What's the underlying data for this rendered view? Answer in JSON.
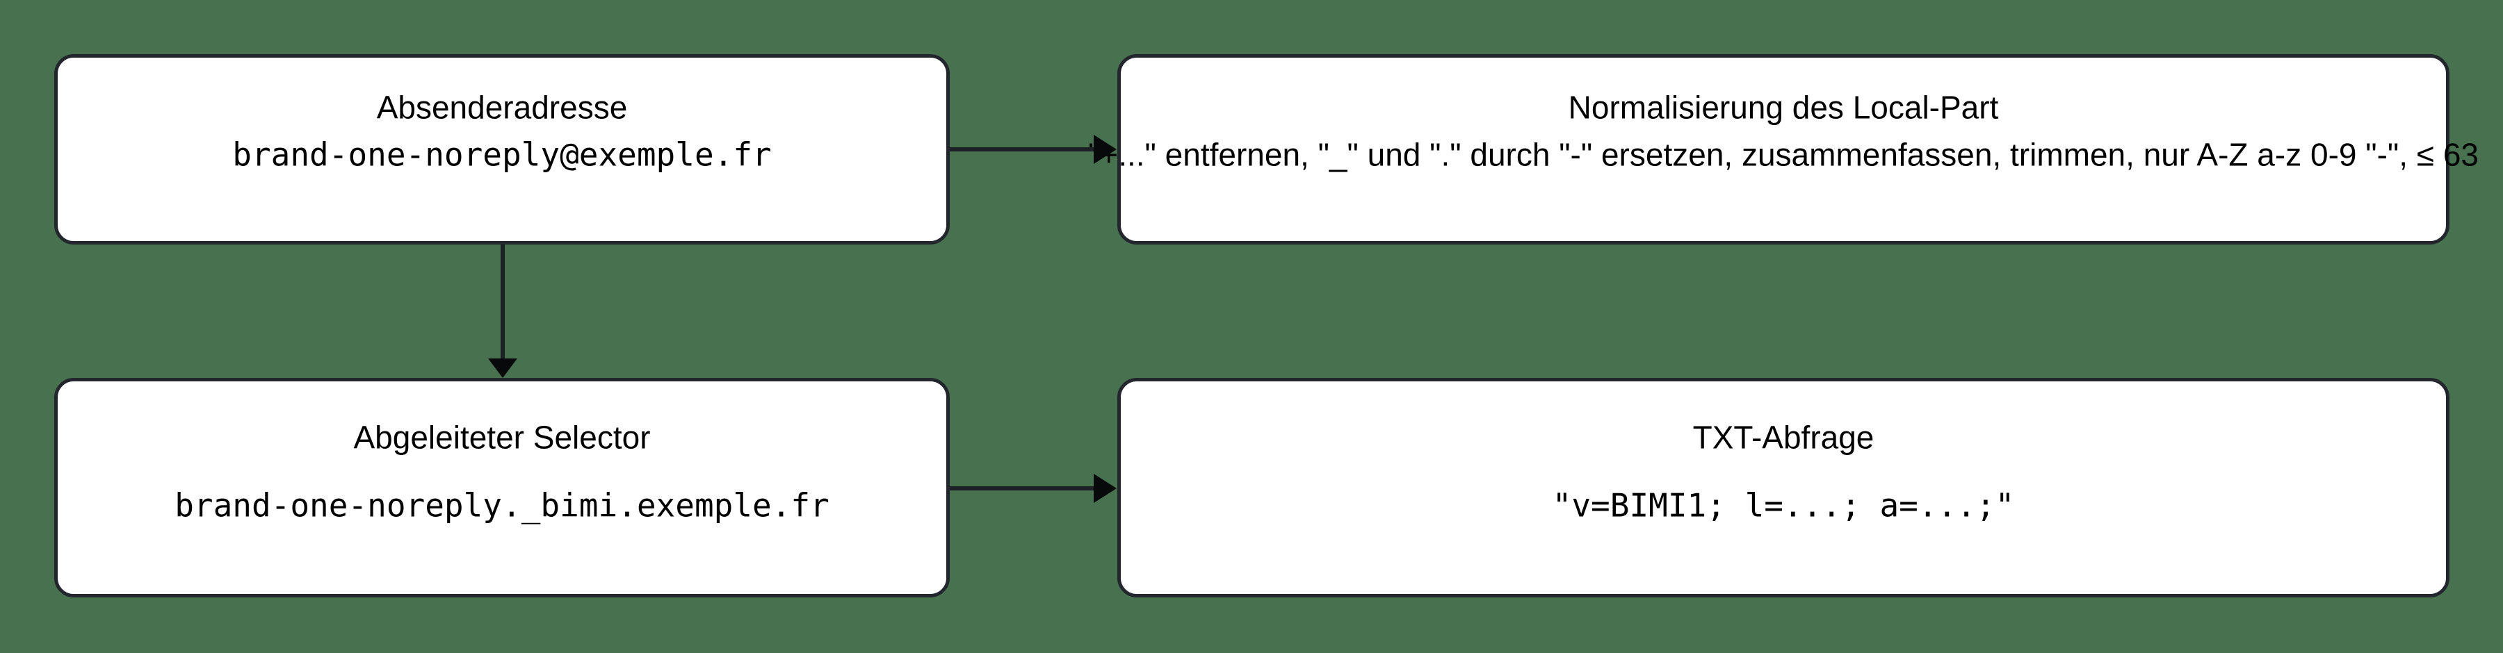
{
  "colors": {
    "background": "#48714F",
    "node_fill": "#FFFFFF",
    "node_border": "#23262C",
    "arrow_line": "#1D2024",
    "arrow_head": "#08090B",
    "text": "#000000"
  },
  "nodes": {
    "sender_address": {
      "title": "Absenderadresse",
      "body": "brand-one-noreply@exemple.fr"
    },
    "normalization": {
      "title": "Normalisierung des Local-Part",
      "body": "\"+...\" entfernen, \"_\" und \".\" durch \"-\" ersetzen, zusammenfassen, trimmen, nur A-Z a-z 0-9 \"-\", ≤ 63"
    },
    "derived_selector": {
      "title": "Abgeleiteter Selector",
      "body": "brand-one-noreply._bimi.exemple.fr"
    },
    "txt_query": {
      "title": "TXT-Abfrage",
      "body": "\"v=BIMI1; l=...; a=...;\""
    }
  },
  "edges": [
    {
      "from": "sender_address",
      "to": "normalization",
      "direction": "right"
    },
    {
      "from": "sender_address",
      "to": "derived_selector",
      "direction": "down"
    },
    {
      "from": "derived_selector",
      "to": "txt_query",
      "direction": "right"
    }
  ]
}
